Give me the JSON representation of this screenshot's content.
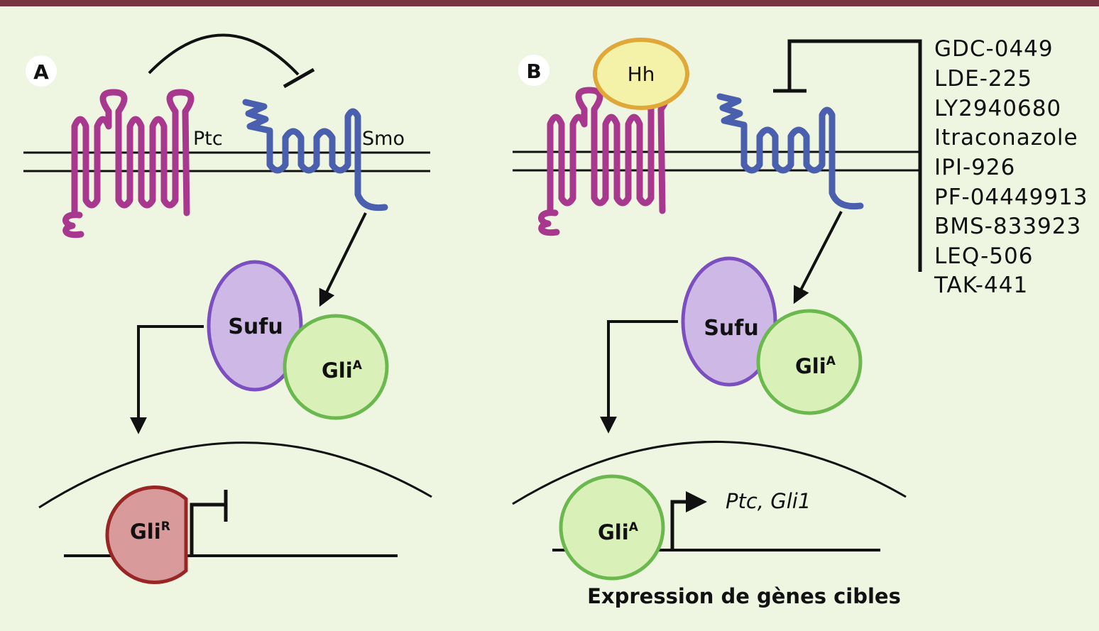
{
  "panel_a": {
    "label": "A",
    "ptc": "Ptc",
    "smo": "Smo",
    "sufu": "Sufu",
    "gli_a": {
      "base": "Gli",
      "sup": "A"
    },
    "gli_r": {
      "base": "Gli",
      "sup": "R"
    }
  },
  "panel_b": {
    "label": "B",
    "hh": "Hh",
    "sufu": "Sufu",
    "gli_a": {
      "base": "Gli",
      "sup": "A"
    },
    "gli_a_nucleus": {
      "base": "Gli",
      "sup": "A"
    },
    "target_genes": "Ptc, Gli1",
    "caption": "Expression de gènes cibles",
    "drugs": [
      "GDC-0449",
      "LDE-225",
      "LY2940680",
      "Itraconazole",
      "IPI-926",
      "PF-04449913",
      "BMS-833923",
      "LEQ-506",
      "TAK-441"
    ]
  },
  "colors": {
    "background": "#eef6e2",
    "top_bar": "#7a3340",
    "ptc": "#a8378e",
    "smo": "#4a5fae",
    "sufu_fill": "#cdb8e6",
    "sufu_stroke": "#7b4fbf",
    "gli_a_fill": "#d9f0b8",
    "gli_a_stroke": "#6bb84e",
    "gli_r_fill": "#d89a9a",
    "gli_r_stroke": "#9a2525",
    "hh_fill": "#f4f2a8",
    "hh_stroke": "#e0a838"
  }
}
